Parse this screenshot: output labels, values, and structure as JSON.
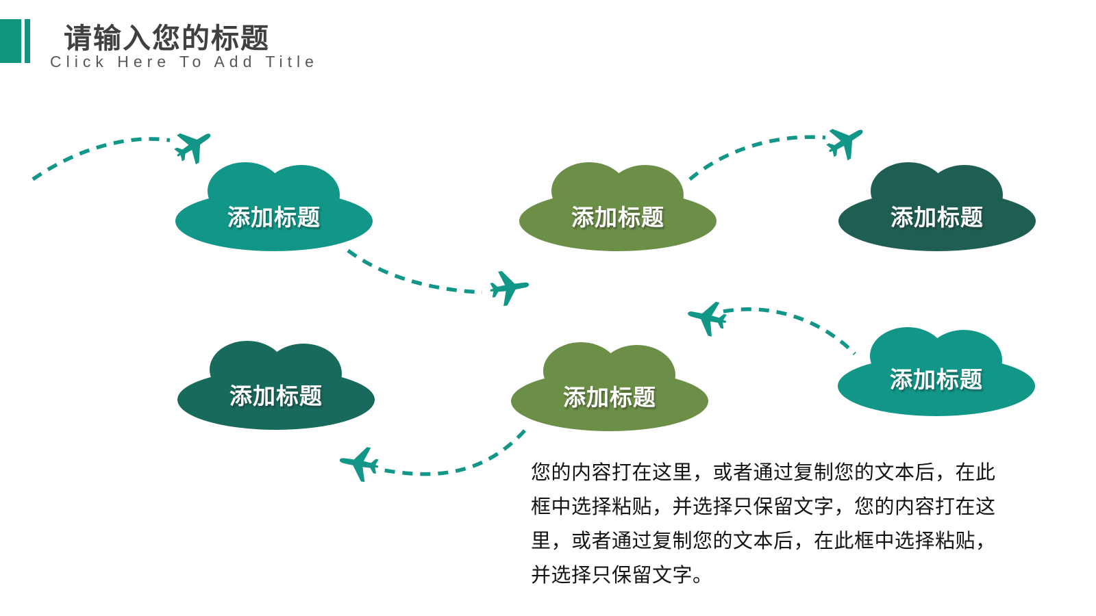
{
  "header": {
    "title": "请输入您的标题",
    "subtitle": "Click Here To Add Title"
  },
  "colors": {
    "teal": "#119688",
    "accent": "#12957F",
    "olive": "#6C8F47",
    "dark_teal": "#1E5E53",
    "deep_teal": "#176A5C"
  },
  "clouds": [
    {
      "label": "添加标题",
      "color": "#119688"
    },
    {
      "label": "添加标题",
      "color": "#6C8F47"
    },
    {
      "label": "添加标题",
      "color": "#1E5E53"
    },
    {
      "label": "添加标题",
      "color": "#176A5C"
    },
    {
      "label": "添加标题",
      "color": "#6C8F47"
    },
    {
      "label": "添加标题",
      "color": "#119688"
    }
  ],
  "body_text": {
    "lines": [
      "您的内容打在这里，或者通过复制您的文本后，在此",
      "框中选择粘贴，并选择只保留文字，您的内容打在这",
      "里，或者通过复制您的文本后，在此框中选择粘贴，",
      "并选择只保留文字。"
    ]
  }
}
